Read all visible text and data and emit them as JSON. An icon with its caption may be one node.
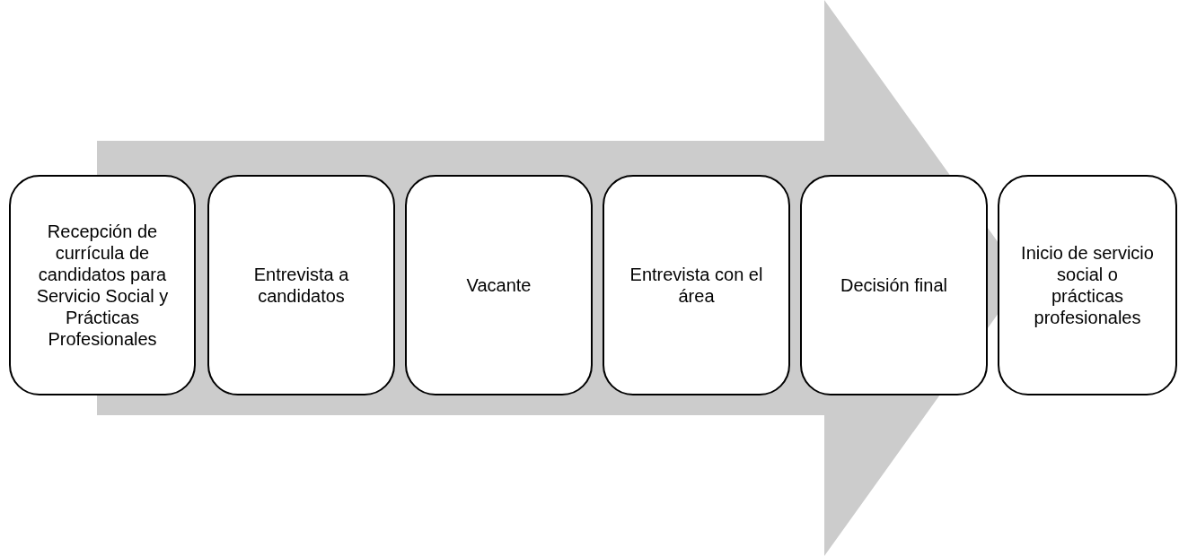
{
  "diagram": {
    "nodes": [
      {
        "text": [
          "Recepción de currícula de candidatos para Servicio Social y Prácticas Profesionales"
        ]
      },
      {
        "text": [
          "Entrevista a candidatos"
        ]
      },
      {
        "text": [
          "Vacante"
        ]
      },
      {
        "text": [
          "Entrevista con el área"
        ]
      },
      {
        "text": [
          "Decisión final"
        ]
      },
      {
        "text": [
          "Inicio de servicio social o prácticas profesionales"
        ]
      }
    ],
    "edges": [
      {
        "from": 0,
        "to": 5,
        "arrow": "to"
      }
    ]
  }
}
